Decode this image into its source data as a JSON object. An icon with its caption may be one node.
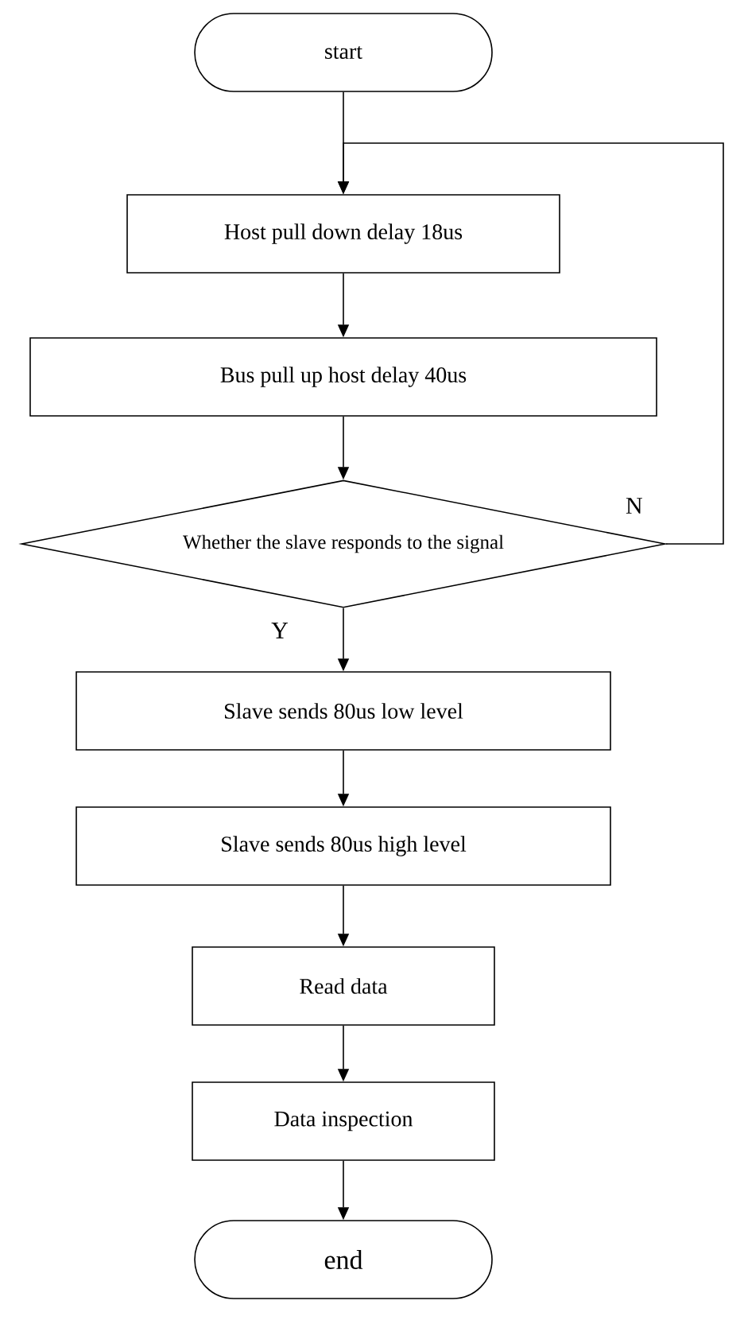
{
  "diagram": {
    "nodes": [
      {
        "text": [
          "start"
        ]
      },
      {
        "text": [
          "Host pull down delay 18us"
        ]
      },
      {
        "text": [
          "Bus pull up host delay 40us"
        ]
      },
      {
        "text": [
          "Whether the slave responds to the signal"
        ]
      },
      {
        "text": [
          "Slave sends 80us low level"
        ]
      },
      {
        "text": [
          "Slave sends 80us high level"
        ]
      },
      {
        "text": [
          "Read data"
        ]
      },
      {
        "text": [
          "Data inspection"
        ]
      },
      {
        "text": [
          "end"
        ]
      }
    ],
    "edges": [
      {
        "from": 0,
        "to": 1,
        "arrow": "to"
      },
      {
        "from": 1,
        "to": 2,
        "arrow": "to"
      },
      {
        "from": 2,
        "to": 3,
        "arrow": "to"
      },
      {
        "from": 3,
        "to": 4,
        "arrow": "to",
        "label": "Y"
      },
      {
        "from": 4,
        "to": 5,
        "arrow": "to"
      },
      {
        "from": 5,
        "to": 6,
        "arrow": "to"
      },
      {
        "from": 6,
        "to": 7,
        "arrow": "to"
      },
      {
        "from": 7,
        "to": 8,
        "arrow": "to"
      },
      {
        "from": 3,
        "to": 1,
        "arrow": "to",
        "label": "N"
      }
    ]
  }
}
